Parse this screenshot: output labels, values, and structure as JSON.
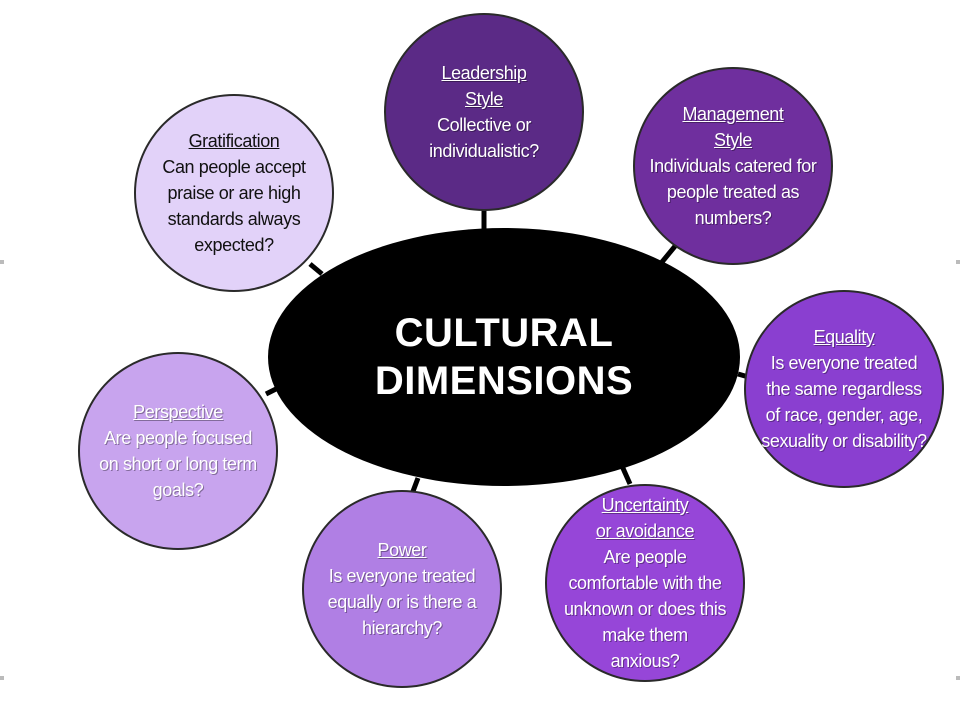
{
  "center": {
    "line1": "CULTURAL",
    "line2": "DIMENSIONS",
    "fill": "#000000"
  },
  "nodes": [
    {
      "title": [
        "Leadership",
        "Style"
      ],
      "body": [
        "Collective or",
        "individualistic?"
      ],
      "fill": "#5b2a86"
    },
    {
      "title": [
        "Management",
        "Style"
      ],
      "body": [
        "Individuals catered for",
        "people treated as",
        "numbers?"
      ],
      "fill": "#6f2f9e"
    },
    {
      "title": [
        "Equality"
      ],
      "body": [
        "Is everyone treated",
        "the same regardless",
        "of race, gender, age,",
        "sexuality or disability?"
      ],
      "fill": "#8a3fd0"
    },
    {
      "title": [
        "Uncertainty",
        "or avoidance"
      ],
      "body": [
        "Are people",
        "comfortable with the",
        "unknown or does this",
        "make them",
        "anxious?"
      ],
      "fill": "#9646d8"
    },
    {
      "title": [
        "Power"
      ],
      "body": [
        "Is everyone treated",
        "equally or is there a",
        "hierarchy?"
      ],
      "fill": "#b07fe4"
    },
    {
      "title": [
        "Perspective"
      ],
      "body": [
        "Are people focused",
        "on short or long term",
        "goals?"
      ],
      "fill": "#c8a4ee"
    },
    {
      "title": [
        "Gratification"
      ],
      "body": [
        "Can people accept",
        "praise or are high",
        "standards always",
        "expected?"
      ],
      "fill": "#e2d2f9"
    }
  ]
}
